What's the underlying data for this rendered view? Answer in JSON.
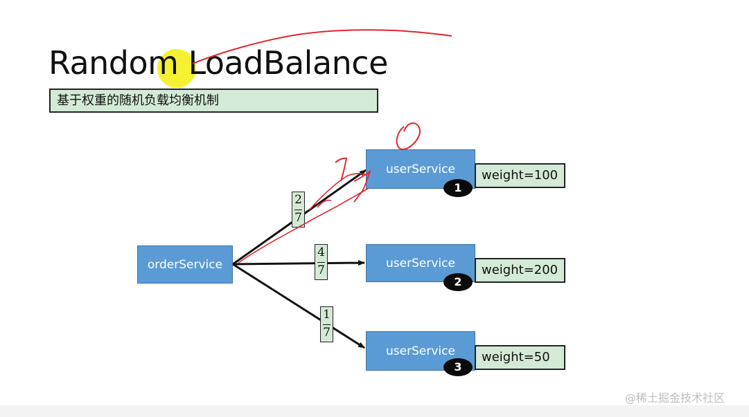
{
  "title": "Random LoadBalance",
  "subtitle": "基于权重的随机负载均衡机制",
  "consumer": {
    "label": "orderService"
  },
  "providers": [
    {
      "label": "userService",
      "weight": "weight=100",
      "badge": "1",
      "fraction": {
        "num": "2",
        "den": "7"
      }
    },
    {
      "label": "userService",
      "weight": "weight=200",
      "badge": "2",
      "fraction": {
        "num": "4",
        "den": "7"
      }
    },
    {
      "label": "userService",
      "weight": "weight=50",
      "badge": "3",
      "fraction": {
        "num": "1",
        "den": "7"
      }
    }
  ],
  "annotations": {
    "highlight_color": "#f4ef1a",
    "ink_color": "#e0262f",
    "handwritten_mark": "0"
  },
  "watermark": "@稀土掘金技术社区"
}
